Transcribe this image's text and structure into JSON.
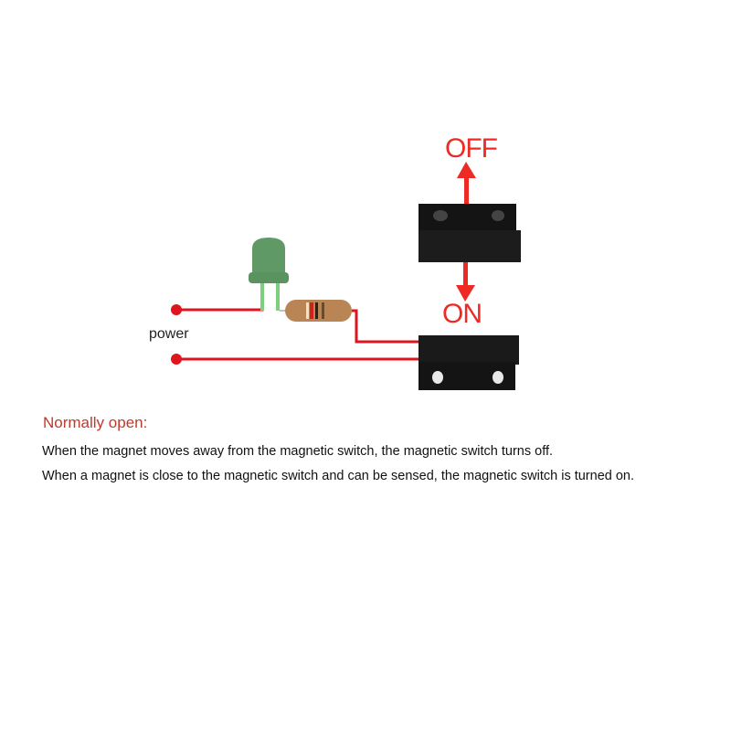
{
  "labels": {
    "power": "power",
    "off": "OFF",
    "on": "ON"
  },
  "description": {
    "title": "Normally open:",
    "lines": [
      "When the magnet moves away from the magnetic switch, the magnetic switch turns off.",
      "When a magnet is close to the magnetic switch and can be sensed, the magnetic switch is turned on."
    ]
  },
  "colors": {
    "wire": "#e0141c",
    "arrow": "#ee2a24",
    "title": "#c0392b",
    "led": "#5f9a66",
    "switch": "#1a1a1a"
  }
}
